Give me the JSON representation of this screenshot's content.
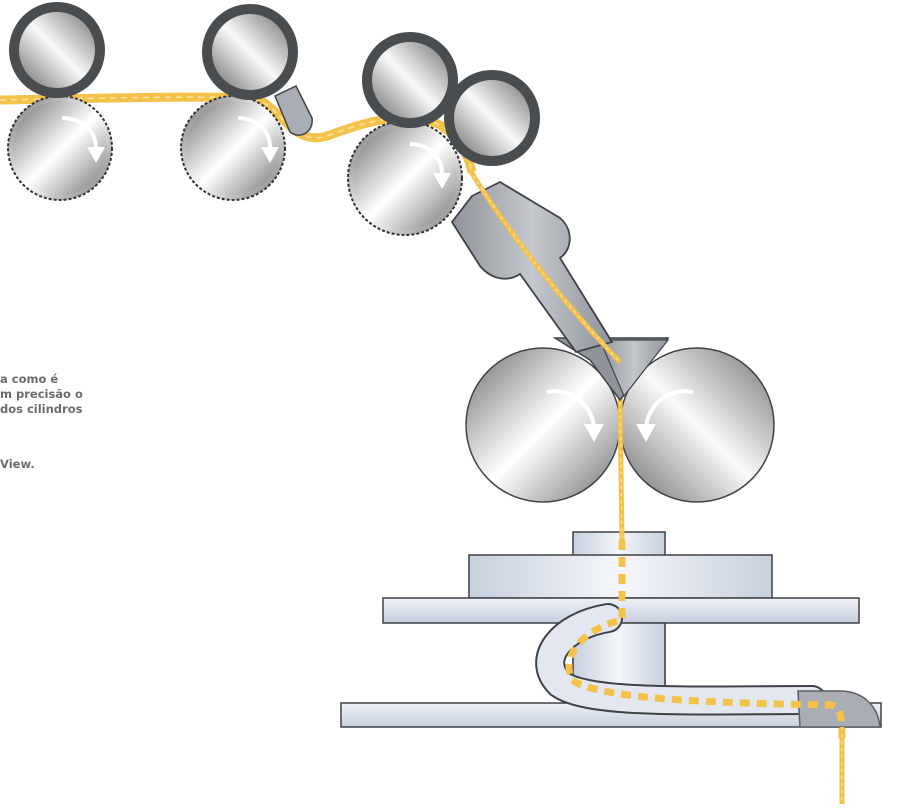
{
  "caption": {
    "lines": [
      "a como é",
      "m precisão o",
      "dos cilindros"
    ],
    "trailing": "View."
  },
  "colors": {
    "sliver": "#f4c24a",
    "sliver_light": "#fbe5a3",
    "roller_shadow": "#6c6c6c",
    "roller_ring": "#4a4d50",
    "funnel": "#a9aeb4",
    "funnel_edge": "#5b5f64",
    "table_fill": "#d8e0ec",
    "table_edge": "#3f4247",
    "caption_text": "#6b6b6b",
    "arrow": "#ffffff"
  },
  "icons": [
    "clockwise-arrow-icon",
    "counterclockwise-arrow-icon"
  ]
}
